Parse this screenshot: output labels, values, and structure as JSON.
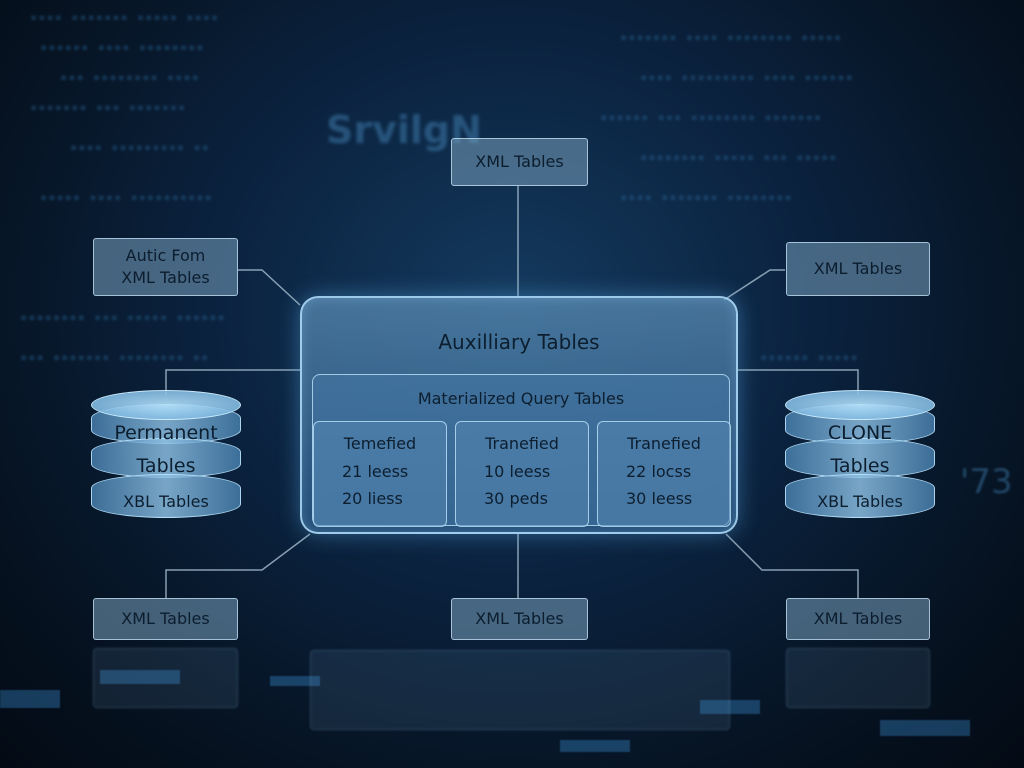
{
  "watermark": "SrvilgN",
  "corner_text": "'73",
  "colors": {
    "background": "#07111e",
    "box_fill": "#78a0be",
    "box_border": "#c8e1f5",
    "connector": "#9fb6c8",
    "text": "#0c1d2e"
  },
  "top_box": {
    "label": "XML Tables"
  },
  "top_left_box": {
    "line1": "Autic Fom",
    "line2": "XML Tables"
  },
  "top_right_box": {
    "label": "XML Tables"
  },
  "main_panel": {
    "title": "Auxilliary Tables",
    "subpanel": {
      "title": "Materialized Query Tables",
      "cards": [
        {
          "title": "Temefied",
          "line1": "21 leess",
          "line2": "20 liess"
        },
        {
          "title": "Tranefied",
          "line1": "10 leess",
          "line2": "30 peds"
        },
        {
          "title": "Tranefied",
          "line1": "22 locss",
          "line2": "30 leess"
        }
      ]
    }
  },
  "left_cylinder": {
    "line1": "Permanent",
    "line2": "Tables",
    "line3": "XBL Tables"
  },
  "right_cylinder": {
    "line1": "CLONE",
    "line2": "Tables",
    "line3": "XBL Tables"
  },
  "bottom_boxes": [
    {
      "label": "XML Tables"
    },
    {
      "label": "XML Tables"
    },
    {
      "label": "XML Tables"
    }
  ]
}
